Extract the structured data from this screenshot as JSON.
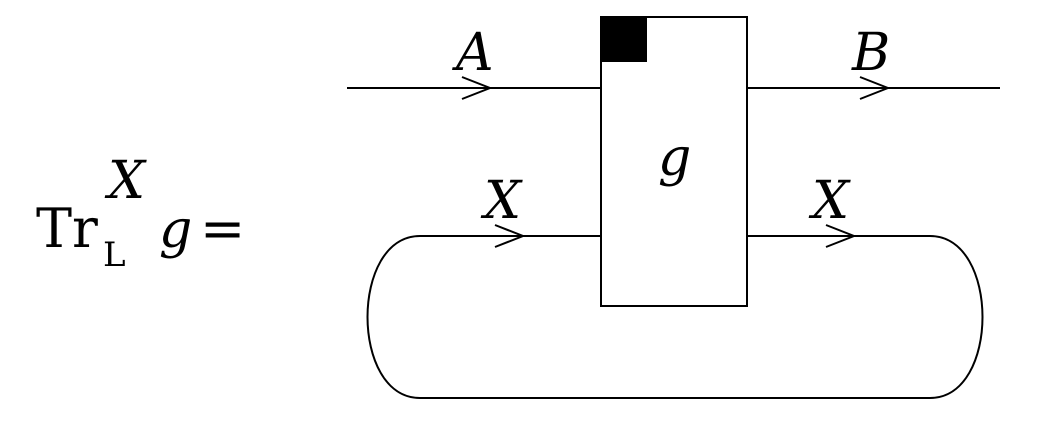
{
  "equation": {
    "operator": "Tr",
    "superscript": "X",
    "subscript": "L",
    "argument": "g",
    "equals": "="
  },
  "diagram": {
    "box_label": "g",
    "wires": {
      "top_left": "A",
      "top_right": "B",
      "bottom_left": "X",
      "bottom_right": "X"
    }
  }
}
